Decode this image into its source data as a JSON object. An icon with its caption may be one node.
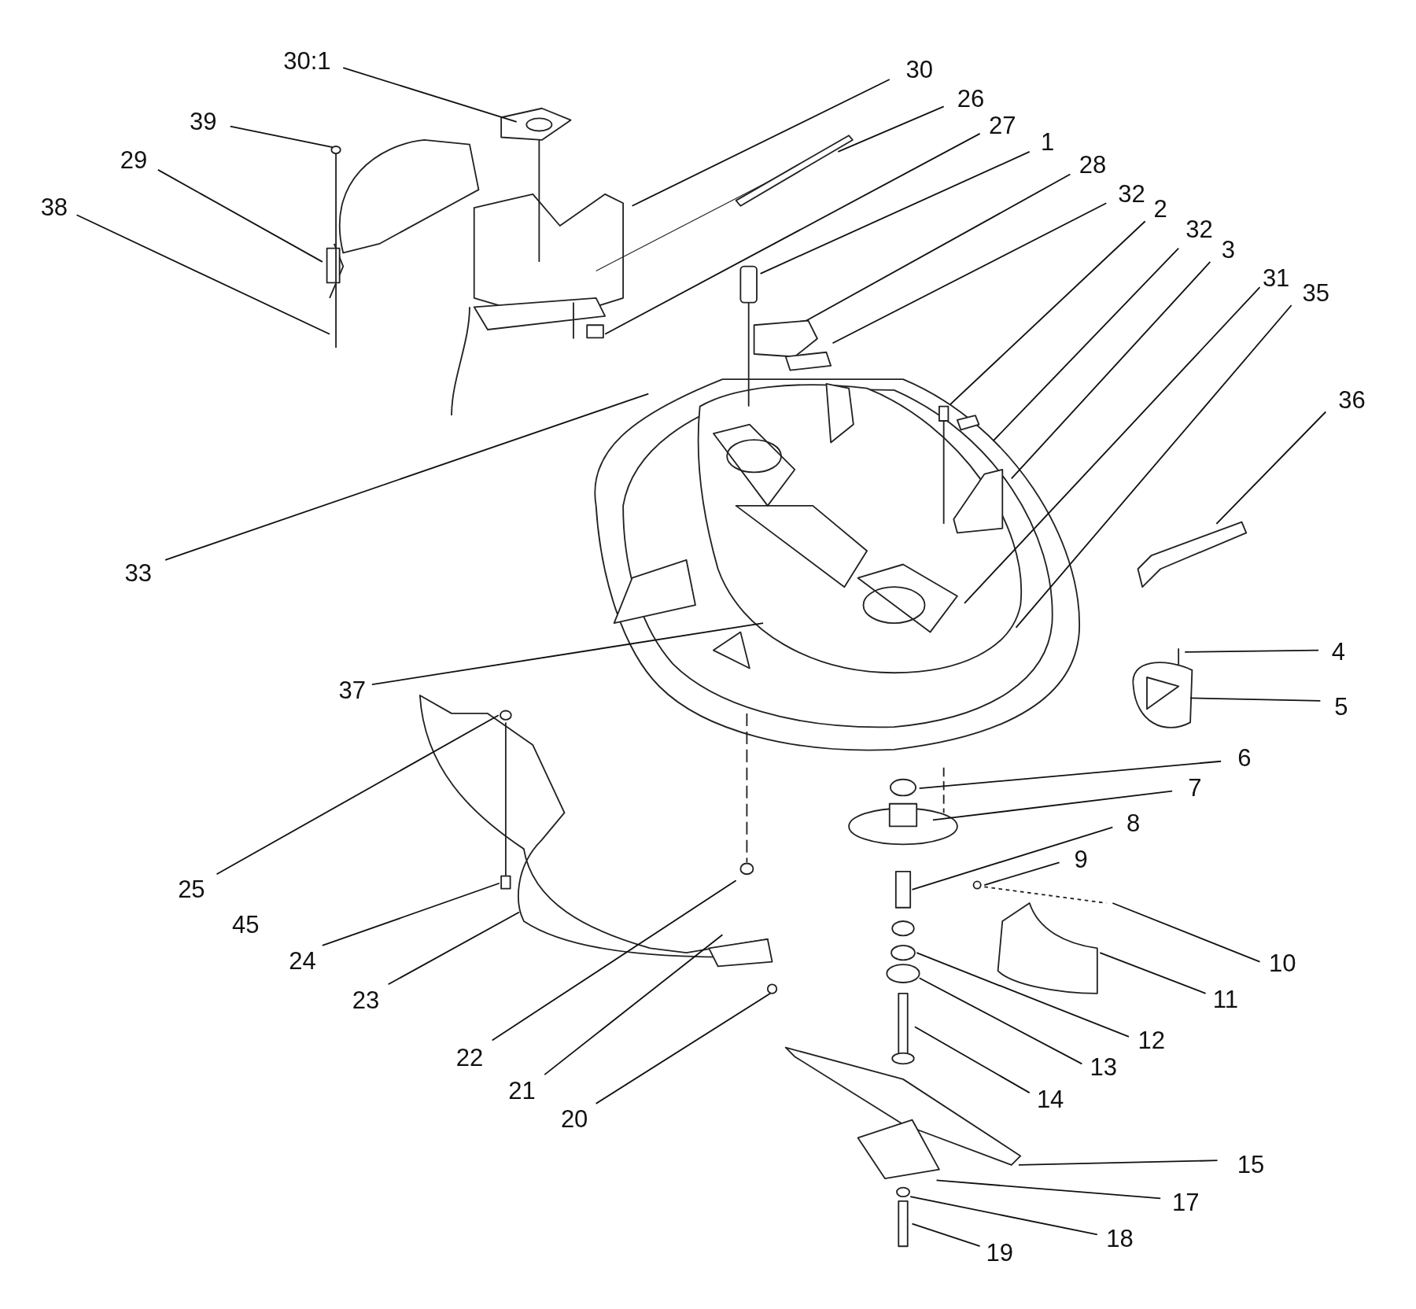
{
  "diagram": {
    "nodes": [
      {
        "text": [
          "30:1"
        ]
      },
      {
        "text": [
          "30"
        ]
      },
      {
        "text": [
          "26"
        ]
      },
      {
        "text": [
          "39"
        ]
      },
      {
        "text": [
          "27"
        ]
      },
      {
        "text": [
          "29"
        ]
      },
      {
        "text": [
          "1"
        ]
      },
      {
        "text": [
          "28"
        ]
      },
      {
        "text": [
          "32"
        ]
      },
      {
        "text": [
          "38"
        ]
      },
      {
        "text": [
          "2"
        ]
      },
      {
        "text": [
          "32"
        ]
      },
      {
        "text": [
          "3"
        ]
      },
      {
        "text": [
          "31"
        ]
      },
      {
        "text": [
          "35"
        ]
      },
      {
        "text": [
          "36"
        ]
      },
      {
        "text": [
          "33"
        ]
      },
      {
        "text": [
          "4"
        ]
      },
      {
        "text": [
          "37"
        ]
      },
      {
        "text": [
          "5"
        ]
      },
      {
        "text": [
          "6"
        ]
      },
      {
        "text": [
          "7"
        ]
      },
      {
        "text": [
          "8"
        ]
      },
      {
        "text": [
          "9"
        ]
      },
      {
        "text": [
          "25"
        ]
      },
      {
        "text": [
          "24"
        ]
      },
      {
        "text": [
          "10"
        ]
      },
      {
        "text": [
          "23"
        ]
      },
      {
        "text": [
          "11"
        ]
      },
      {
        "text": [
          "12"
        ]
      },
      {
        "text": [
          "22"
        ]
      },
      {
        "text": [
          "13"
        ]
      },
      {
        "text": [
          "21"
        ]
      },
      {
        "text": [
          "14"
        ]
      },
      {
        "text": [
          "20"
        ]
      },
      {
        "text": [
          "15"
        ]
      },
      {
        "text": [
          "17"
        ]
      },
      {
        "text": [
          "18"
        ]
      },
      {
        "text": [
          "19"
        ]
      }
    ],
    "edges": [
      {
        "from": 0,
        "to": null,
        "arrow": "none"
      },
      {
        "from": 1,
        "to": null,
        "arrow": "none"
      },
      {
        "from": 2,
        "to": null,
        "arrow": "none"
      },
      {
        "from": 3,
        "to": null,
        "arrow": "none"
      },
      {
        "from": 4,
        "to": null,
        "arrow": "none"
      },
      {
        "from": 5,
        "to": null,
        "arrow": "none"
      },
      {
        "from": 6,
        "to": null,
        "arrow": "none"
      },
      {
        "from": 7,
        "to": null,
        "arrow": "none"
      },
      {
        "from": 8,
        "to": null,
        "arrow": "none"
      },
      {
        "from": 9,
        "to": null,
        "arrow": "none"
      },
      {
        "from": 10,
        "to": null,
        "arrow": "none"
      },
      {
        "from": 11,
        "to": null,
        "arrow": "none"
      },
      {
        "from": 12,
        "to": null,
        "arrow": "none"
      },
      {
        "from": 13,
        "to": null,
        "arrow": "none"
      },
      {
        "from": 14,
        "to": null,
        "arrow": "none"
      },
      {
        "from": 15,
        "to": null,
        "arrow": "none"
      },
      {
        "from": 16,
        "to": null,
        "arrow": "none"
      },
      {
        "from": 17,
        "to": null,
        "arrow": "none"
      },
      {
        "from": 18,
        "to": null,
        "arrow": "none"
      },
      {
        "from": 19,
        "to": null,
        "arrow": "none"
      },
      {
        "from": 20,
        "to": null,
        "arrow": "none"
      },
      {
        "from": 21,
        "to": null,
        "arrow": "none"
      },
      {
        "from": 22,
        "to": null,
        "arrow": "none"
      },
      {
        "from": 23,
        "to": null,
        "arrow": "none"
      },
      {
        "from": 24,
        "to": null,
        "arrow": "none"
      },
      {
        "from": 25,
        "to": null,
        "arrow": "none"
      },
      {
        "from": 26,
        "to": null,
        "arrow": "none"
      },
      {
        "from": 27,
        "to": null,
        "arrow": "none"
      },
      {
        "from": 28,
        "to": null,
        "arrow": "none"
      },
      {
        "from": 29,
        "to": null,
        "arrow": "none"
      },
      {
        "from": 30,
        "to": null,
        "arrow": "none"
      },
      {
        "from": 31,
        "to": null,
        "arrow": "none"
      },
      {
        "from": 32,
        "to": null,
        "arrow": "none"
      },
      {
        "from": 33,
        "to": null,
        "arrow": "none"
      },
      {
        "from": 34,
        "to": null,
        "arrow": "none"
      },
      {
        "from": 35,
        "to": null,
        "arrow": "none"
      },
      {
        "from": 36,
        "to": null,
        "arrow": "none"
      },
      {
        "from": 37,
        "to": null,
        "arrow": "none"
      },
      {
        "from": 38,
        "to": null,
        "arrow": "none"
      }
    ],
    "labels": [
      "45"
    ]
  }
}
